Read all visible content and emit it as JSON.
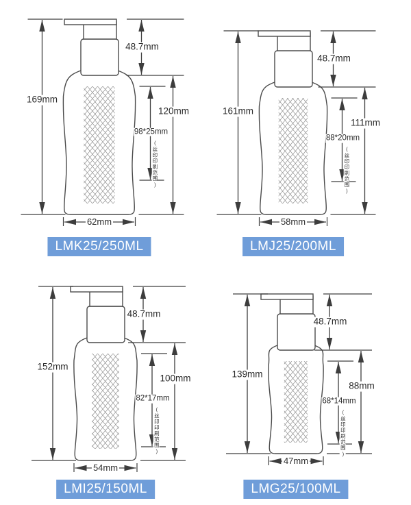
{
  "page": {
    "background": "#ffffff",
    "badge_color": "#6f9dd9",
    "line_color": "#3d3d3d"
  },
  "panels": [
    {
      "model": "LMK25/250ML",
      "total_height": "169mm",
      "pump_height": "48.7mm",
      "body_height": "120mm",
      "print_area": "98*25mm",
      "print_note": "(丝印印刷范围)",
      "width": "62mm"
    },
    {
      "model": "LMJ25/200ML",
      "total_height": "161mm",
      "pump_height": "48.7mm",
      "body_height": "111mm",
      "print_area": "88*20mm",
      "print_note": "(丝印印刷范围)",
      "width": "58mm"
    },
    {
      "model": "LMI25/150ML",
      "total_height": "152mm",
      "pump_height": "48.7mm",
      "body_height": "100mm",
      "print_area": "82*17mm",
      "print_note": "(丝印印刷范围)",
      "width": "54mm"
    },
    {
      "model": "LMG25/100ML",
      "total_height": "139mm",
      "pump_height": "48.7mm",
      "body_height": "88mm",
      "print_area": "68*14mm",
      "print_note": "(丝印印刷范围)",
      "width": "47mm"
    }
  ]
}
